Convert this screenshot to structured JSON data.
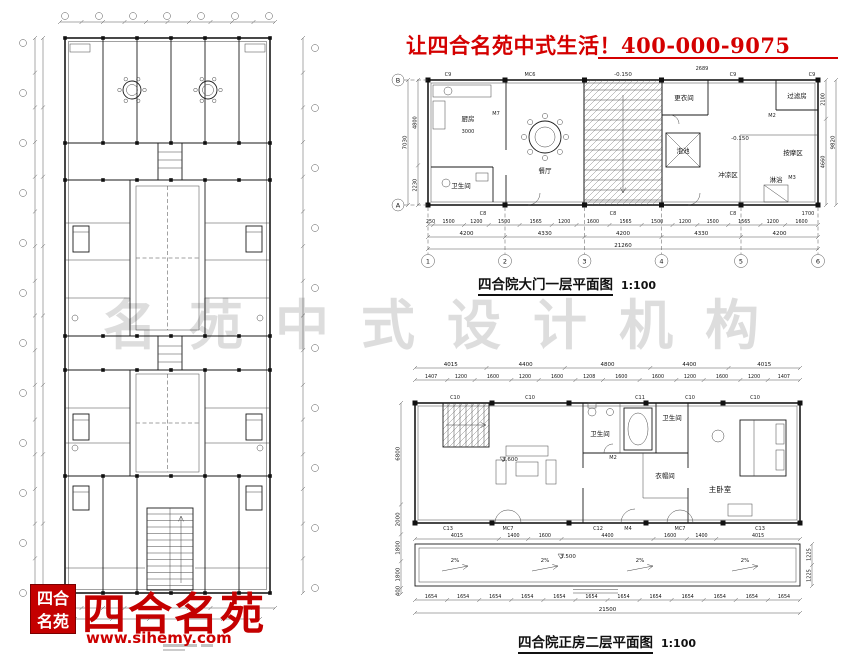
{
  "slogan": {
    "text": "让四合名苑中式生活！400-000-9075"
  },
  "watermark": {
    "text": "名苑中式设计机构"
  },
  "logo": {
    "seal_line1": "四合",
    "seal_line2": "名苑",
    "brand": "四合名苑",
    "url": "www.sihemy.com"
  },
  "gate_plan": {
    "title": "四合院大门一层平面图",
    "scale": "1:100",
    "rooms": {
      "kitchen": "厨房",
      "toilet": "卫生间",
      "dining": "餐厅",
      "changing": "更衣间",
      "pool": "泡池",
      "rinse": "冲凉区",
      "shower": "淋浴",
      "massage": "按摩区",
      "filter": "过滤房"
    },
    "marks": {
      "kitchen_width": "3000",
      "elev_center": "-0.150",
      "elev_right": "-0.150",
      "m2": "M2",
      "m3": "M3",
      "m7": "M7",
      "c9_1": "C9",
      "mc6": "MC6",
      "c9_2": "C9",
      "c9_3": "C9",
      "c8_1": "C8",
      "c8_2": "C8",
      "c8_3": "C8",
      "d2689": "2689",
      "d1700": "1700"
    },
    "grid_cols": [
      "1",
      "2",
      "3",
      "4",
      "5",
      "6"
    ],
    "grid_rows": [
      "B",
      "A"
    ],
    "dims": {
      "bottom_segments": [
        "250",
        "1500",
        "1200",
        "1500",
        "1565",
        "1200",
        "1600",
        "1565",
        "1500",
        "1200",
        "1500",
        "1565",
        "1200",
        "1600"
      ],
      "bottom_groups": [
        "4200",
        "4330",
        "4200",
        "4330",
        "4200"
      ],
      "bottom_total": "21260",
      "left_inner": [
        "4800",
        "2230"
      ],
      "left_total": "7030",
      "right_inner": [
        "2100",
        "4660"
      ],
      "right_total": "9820"
    }
  },
  "main_plan": {
    "title": "四合院正房二层平面图",
    "scale": "1:100",
    "rooms": {
      "bath1": "卫生间",
      "bath2": "卫生间",
      "closet": "衣帽间",
      "master": "主卧室"
    },
    "marks": {
      "c10_1": "C10",
      "c10_2": "C10",
      "c11": "C11",
      "c10_3": "C10",
      "c10_4": "C10",
      "c13_1": "C13",
      "mc7_1": "MC7",
      "c12": "C12",
      "m4": "M4",
      "mc7_2": "MC7",
      "c13_2": "C13",
      "m2": "M2",
      "elev_floor": "3.600",
      "elev_terrace": "3.500"
    },
    "slopes": [
      "2%",
      "2%",
      "2%",
      "2%"
    ],
    "dims": {
      "top_groups": [
        "4015",
        "4400",
        "4800",
        "4400",
        "4015"
      ],
      "top_segments": [
        "1407",
        "1200",
        "1600",
        "1200",
        "1600",
        "1208",
        "1600",
        "1600",
        "1200",
        "1600",
        "1200",
        "1407"
      ],
      "left": [
        "6800",
        "2000",
        "1800",
        "1800",
        "400"
      ],
      "right": [
        "1225",
        "1225"
      ],
      "porch": [
        "4015",
        "1400",
        "1600",
        "4400",
        "1600",
        "1400",
        "4015"
      ],
      "bottom_chain": [
        "1654",
        "1654",
        "1654",
        "1654",
        "1654",
        "1654",
        "1654",
        "1654",
        "1654",
        "1654",
        "1654",
        "1654"
      ],
      "bottom_total": "21500"
    }
  }
}
